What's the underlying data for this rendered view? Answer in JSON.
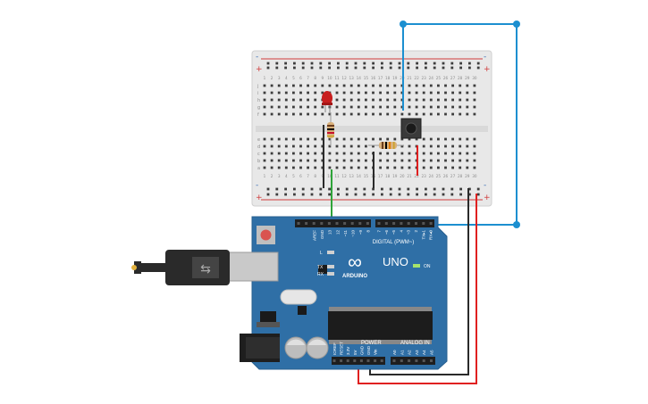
{
  "breadboard": {
    "columns": 30,
    "row_letters_top": [
      "j",
      "i",
      "h",
      "g",
      "f"
    ],
    "row_letters_bottom": [
      "e",
      "d",
      "c",
      "b",
      "a"
    ],
    "rail_plus": "+",
    "rail_minus": "-"
  },
  "arduino": {
    "logo": "∞",
    "brand": "ARDUINO",
    "model": "UNO",
    "on_label": "ON",
    "led_l": "L",
    "led_tx": "TX",
    "led_rx": "RX",
    "digital_label": "DIGITAL (PWM~)",
    "power_label": "POWER",
    "analog_label": "ANALOG IN",
    "digital_pins": [
      "AREF",
      "GND",
      "13",
      "12",
      "~11",
      "~10",
      "~9",
      "8",
      "7",
      "~6",
      "~5",
      "4",
      "~3",
      "2",
      "TX▸1",
      "RX◂0"
    ],
    "power_pins": [
      "IOREF",
      "RESET",
      "3.3V",
      "5V",
      "GND",
      "GND",
      "Vin"
    ],
    "analog_pins": [
      "A0",
      "A1",
      "A2",
      "A3",
      "A4",
      "A5"
    ]
  },
  "colors": {
    "board": "#2f6fa6",
    "breadboard": "#e6e6e6",
    "rail_red": "#d03b3b",
    "rail_blue": "#3a6fb5",
    "wire_black": "#2a2a2a",
    "wire_red": "#e02020",
    "wire_green": "#2fa43a",
    "wire_blue": "#1c8fd0",
    "led_red": "#c81e1e"
  }
}
